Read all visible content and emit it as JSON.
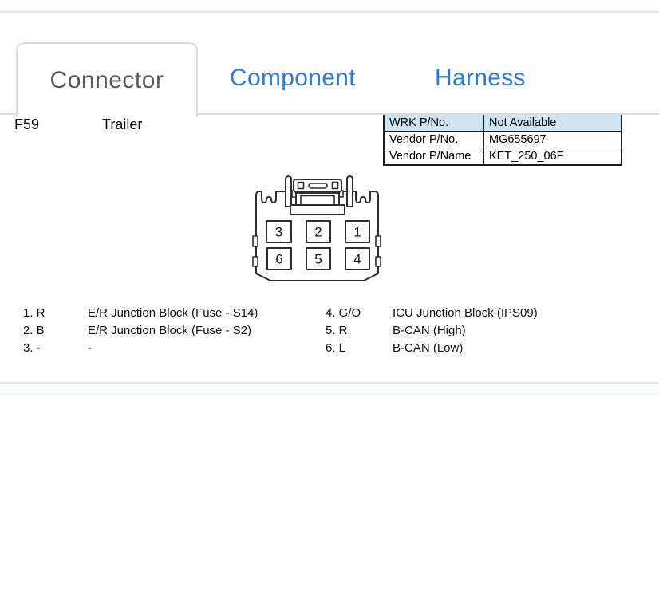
{
  "header": {
    "tabs": [
      {
        "label": "Connector",
        "active": true
      },
      {
        "label": "Component",
        "active": false
      },
      {
        "label": "Harness",
        "active": false
      }
    ]
  },
  "connector": {
    "code": "F59",
    "name": "Trailer"
  },
  "info_table": {
    "rows": [
      {
        "label": "WRK P/No.",
        "value": "Not Available"
      },
      {
        "label": "Vendor P/No.",
        "value": "MG655697"
      },
      {
        "label": "Vendor P/Name",
        "value": "KET_250_06F"
      }
    ]
  },
  "diagram": {
    "pins": [
      "3",
      "2",
      "1",
      "6",
      "5",
      "4"
    ]
  },
  "pin_list": {
    "left": [
      {
        "pin": "1. R",
        "signal": "E/R Junction Block (Fuse - S14)"
      },
      {
        "pin": "2. B",
        "signal": "E/R Junction Block (Fuse - S2)"
      },
      {
        "pin": "3. -",
        "signal": "-"
      }
    ],
    "right": [
      {
        "pin": "4. G/O",
        "signal": "ICU Junction Block (IPS09)"
      },
      {
        "pin": "5. R",
        "signal": "B-CAN (High)"
      },
      {
        "pin": "6. L",
        "signal": "B-CAN (Low)"
      }
    ]
  },
  "colors": {
    "tab_link": "#2b7cd9",
    "tab_active_text": "#595959",
    "table_header_bg": "#cee4f4",
    "divider": "#e3e3e3",
    "diagram_stroke": "#2e2e2e"
  }
}
